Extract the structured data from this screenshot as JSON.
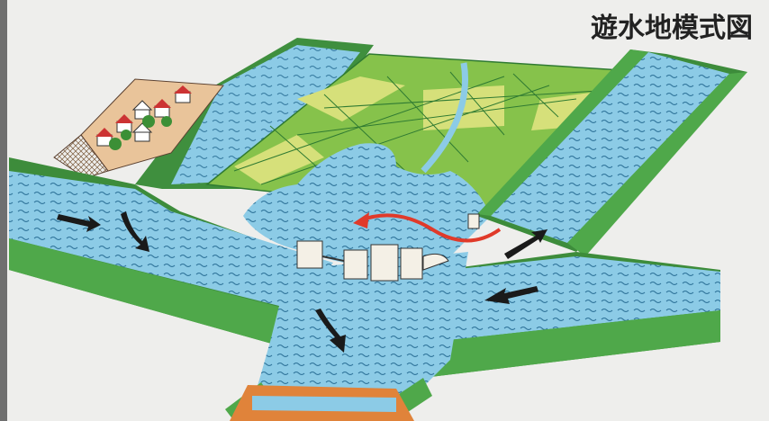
{
  "diagram": {
    "title": "遊水地模式図"
  },
  "colors": {
    "background": "#eeeeec",
    "water": "#8ccbe6",
    "water_light": "#b9e0f0",
    "water_lines": "#2a6f96",
    "levee_green": "#4fa84a",
    "levee_dark": "#2f7a32",
    "paddy_green": "#86c24b",
    "paddy_yellow": "#d6e07a",
    "red_arrow": "#e03a2a",
    "black_arrow": "#1a1a1a",
    "earth": "#e0833a",
    "village_ground": "#e9c49a"
  },
  "icons": {
    "flow_arrows": "black-flow-arrow",
    "overflow_arrow": "red-curved-arrow",
    "houses": "house-icon"
  }
}
